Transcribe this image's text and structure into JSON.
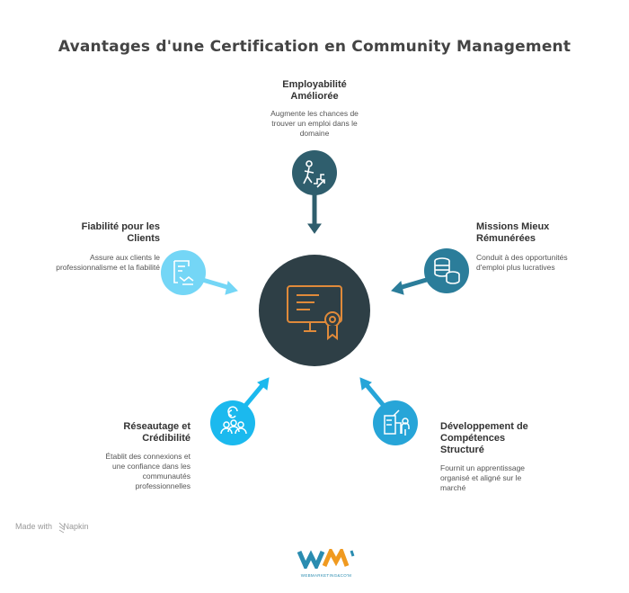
{
  "title": "Avantages d'une Certification en Community Management",
  "center": {
    "icon": "certificate-icon"
  },
  "nodes": [
    {
      "title": "Employabilité Améliorée",
      "desc": "Augmente les chances de trouver un emploi dans le domaine",
      "icon": "climbing-stairs-icon",
      "color": "#2f5e6d"
    },
    {
      "title": "Missions Mieux Rémunérées",
      "desc": "Conduit à des opportunités d'emploi plus lucratives",
      "icon": "coins-icon",
      "color": "#2b7d9a"
    },
    {
      "title": "Développement de Compétences Structuré",
      "desc": "Fournit un apprentissage organisé et aligné sur le marché",
      "icon": "building-person-icon",
      "color": "#27a5d8"
    },
    {
      "title": "Réseautage et Crédibilité",
      "desc": "Établit des connexions et une confiance dans les communautés professionnelles",
      "icon": "network-people-icon",
      "color": "#1bb9ee"
    },
    {
      "title": "Fiabilité pour les Clients",
      "desc": "Assure aux clients le professionnalisme et la fiabilité",
      "icon": "contract-handshake-icon",
      "color": "#74d6f6"
    }
  ],
  "footer": {
    "made_with": "Made with",
    "brand": "Napkin",
    "logo_text": "WEBMARKETING&CO'M"
  }
}
